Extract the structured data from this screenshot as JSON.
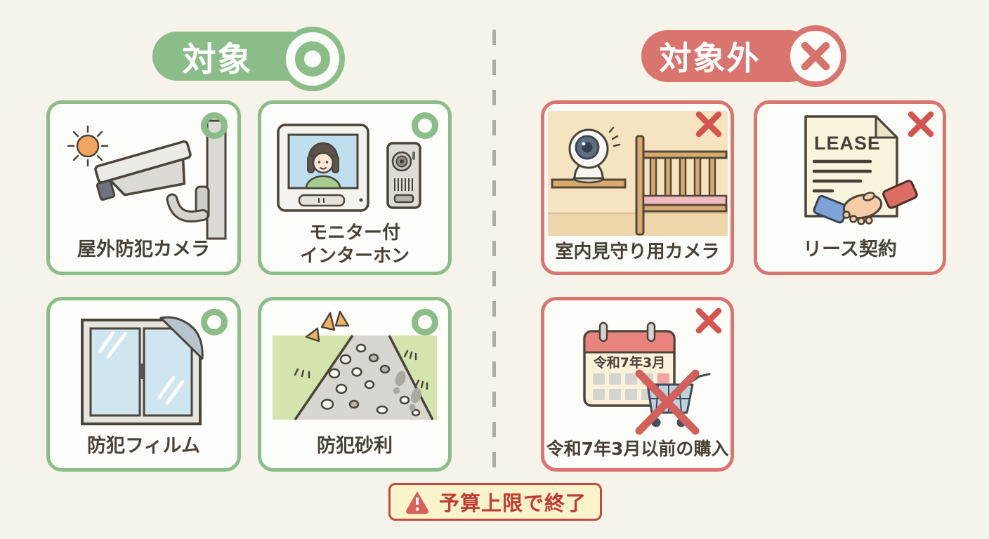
{
  "canvas": {
    "background_color": "#f5f3ea",
    "divider_style": "vertical-dashed-line"
  },
  "eligible_section": {
    "header_label": "対象",
    "header_mark_icon": "circle-mark",
    "accent_color": "#8abd87",
    "cards": [
      {
        "label": "屋外防犯カメラ",
        "icon": "outdoor-security-camera",
        "mark_icon": "circle-mark"
      },
      {
        "label": "モニター付\nインターホン",
        "icon": "monitor-intercom",
        "mark_icon": "circle-mark"
      },
      {
        "label": "防犯フィルム",
        "icon": "security-window-film",
        "mark_icon": "circle-mark"
      },
      {
        "label": "防犯砂利",
        "icon": "security-gravel",
        "mark_icon": "circle-mark"
      }
    ]
  },
  "excluded_section": {
    "header_label": "対象外",
    "header_mark_icon": "cross-mark",
    "accent_color": "#d9756e",
    "cards": [
      {
        "label": "室内見守り用カメラ",
        "icon": "indoor-monitoring-camera",
        "mark_icon": "cross-mark"
      },
      {
        "label": "リース契約",
        "icon": "lease-contract-handshake",
        "mark_icon": "cross-mark"
      },
      {
        "label": "令和7年3月以前の購入",
        "icon": "calendar-crossed-shopping-cart",
        "mark_icon": "cross-mark"
      }
    ],
    "lease_document_text": "LEASE",
    "calendar_header_text": "令和7年3月"
  },
  "footer_banner": {
    "label": "予算上限で終了",
    "icon": "warning-triangle-icon",
    "background_color": "#fbf3c9",
    "border_color": "#c04b42",
    "text_color": "#c13a33"
  }
}
